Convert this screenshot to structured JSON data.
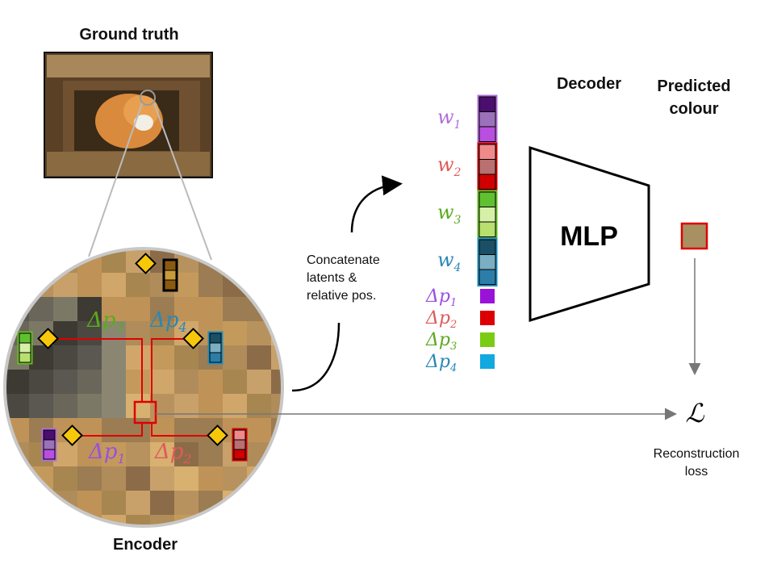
{
  "titles": {
    "ground_truth": "Ground truth",
    "encoder": "Encoder",
    "decoder": "Decoder",
    "predicted_colour_line1": "Predicted",
    "predicted_colour_line2": "colour",
    "mlp": "MLP"
  },
  "concat_text": [
    "Concatenate",
    "latents &",
    "relative pos."
  ],
  "loss": {
    "symbol": "ℒ",
    "line1": "Reconstruction",
    "line2": "loss"
  },
  "latents": [
    {
      "name": "w",
      "sub": "1",
      "color": "#b06fd8",
      "border": "#b06fd8",
      "cells": [
        "#4b0d6e",
        "#9b72b9",
        "#b84fe0"
      ]
    },
    {
      "name": "w",
      "sub": "2",
      "color": "#e05a5a",
      "border": "#cc0000",
      "cells": [
        "#f08a8a",
        "#b87070",
        "#d10000"
      ]
    },
    {
      "name": "w",
      "sub": "3",
      "color": "#5caa1f",
      "border": "#66bb22",
      "cells": [
        "#5fc130",
        "#d6f0a8",
        "#b7e06f"
      ]
    },
    {
      "name": "w",
      "sub": "4",
      "color": "#2a87b8",
      "border": "#1e8fc0",
      "cells": [
        "#1a4f66",
        "#7aaec2",
        "#2c7ea8"
      ]
    }
  ],
  "deltas": [
    {
      "label": "Δp",
      "sub": "1",
      "color": "#9b4fe0",
      "swatch": "#9a12d8"
    },
    {
      "label": "Δp",
      "sub": "2",
      "color": "#e05a5a",
      "swatch": "#dd0000"
    },
    {
      "label": "Δp",
      "sub": "3",
      "color": "#5caa1f",
      "swatch": "#7acc12"
    },
    {
      "label": "Δp",
      "sub": "4",
      "color": "#2a87b8",
      "swatch": "#12a8e0"
    }
  ],
  "predicted_swatch": "#a89062",
  "encoder_deltas": [
    {
      "label": "Δp",
      "sub": "3",
      "color": "#5caa1f"
    },
    {
      "label": "Δp",
      "sub": "4",
      "color": "#2a87b8"
    },
    {
      "label": "Δp",
      "sub": "1",
      "color": "#9b4fe0"
    },
    {
      "label": "Δp",
      "sub": "2",
      "color": "#e05a5a"
    }
  ]
}
